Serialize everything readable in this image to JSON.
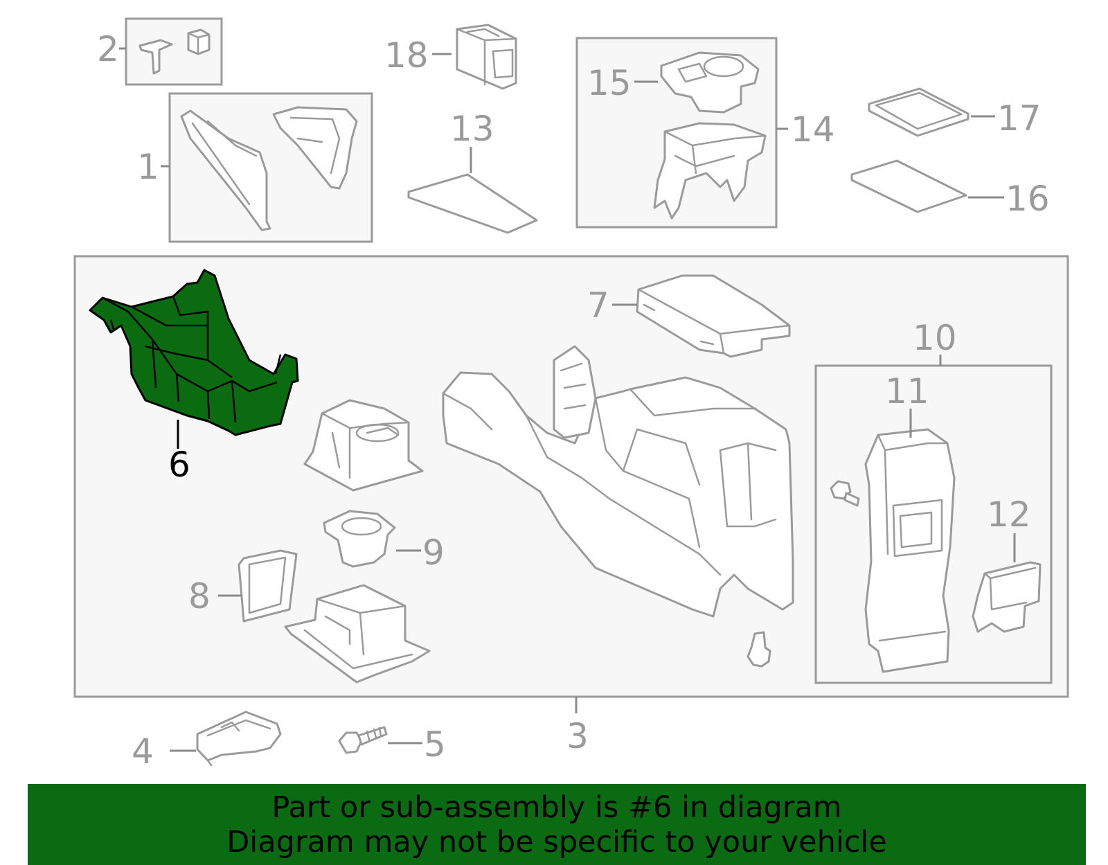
{
  "diagram": {
    "callouts": {
      "c1": "1",
      "c2": "2",
      "c3": "3",
      "c4": "4",
      "c5": "5",
      "c6": "6",
      "c7": "7",
      "c8": "8",
      "c9": "9",
      "c10": "10",
      "c11": "11",
      "c12": "12",
      "c13": "13",
      "c14": "14",
      "c15": "15",
      "c16": "16",
      "c17": "17",
      "c18": "18"
    },
    "highlighted_part": "6",
    "colors": {
      "highlight": "#0b6b12",
      "line": "#9a9a9a",
      "box_fill": "#f7f7f7"
    }
  },
  "banner": {
    "line1": "Part or sub-assembly is #6 in diagram",
    "line2": "Diagram may not be specific to your vehicle"
  }
}
